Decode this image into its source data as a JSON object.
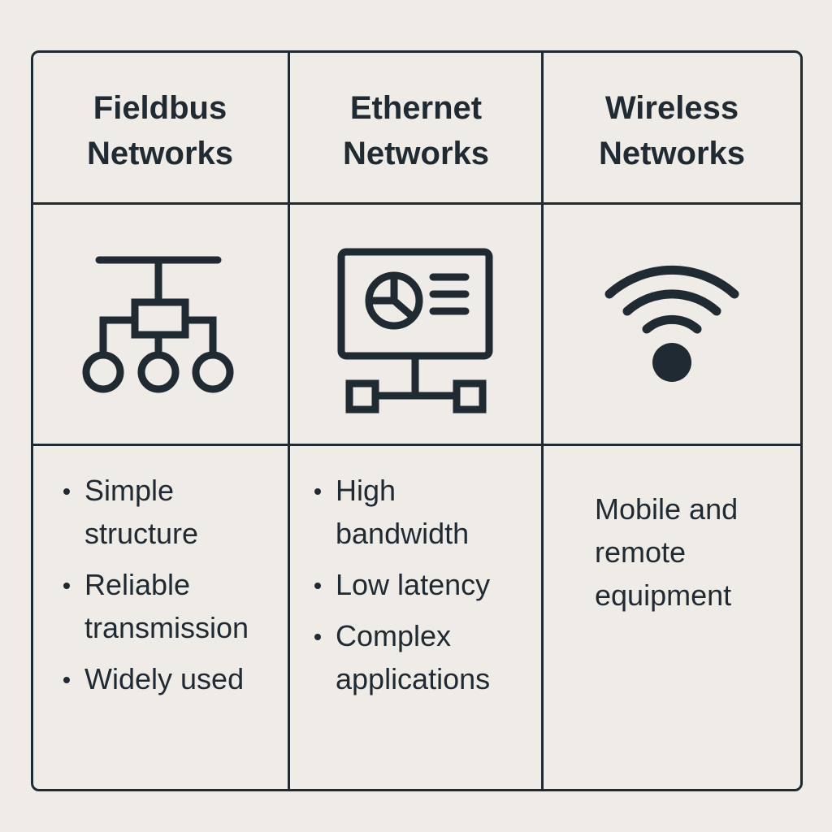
{
  "columns": [
    {
      "title_line1": "Fieldbus",
      "title_line2": "Networks",
      "icon": "network-tree-icon",
      "bullets": [
        "Simple structure",
        "Reliable transmission",
        "Widely used"
      ]
    },
    {
      "title_line1": "Ethernet",
      "title_line2": "Networks",
      "icon": "monitor-network-icon",
      "bullets": [
        "High bandwidth",
        "Low latency",
        "Complex applications"
      ]
    },
    {
      "title_line1": "Wireless",
      "title_line2": "Networks",
      "icon": "wifi-icon",
      "description": "Mobile and remote equipment"
    }
  ],
  "colors": {
    "background": "#efebe7",
    "ink": "#1f2a33"
  }
}
